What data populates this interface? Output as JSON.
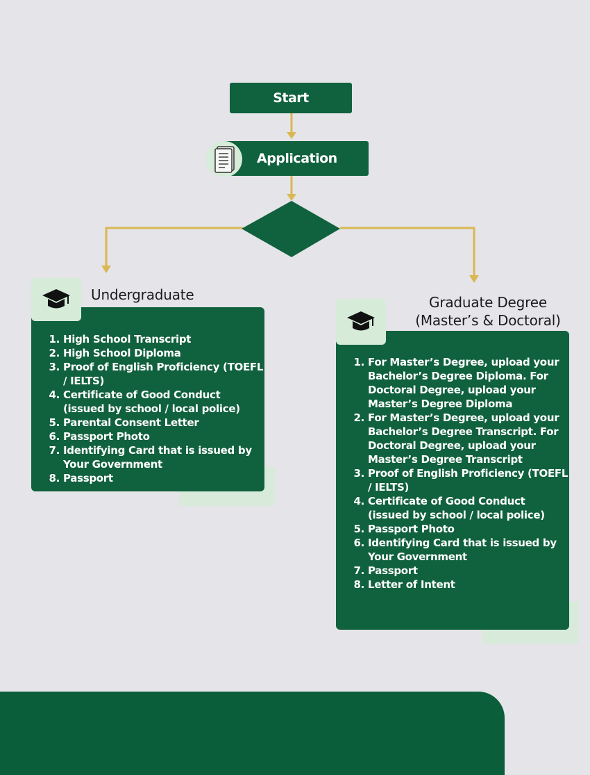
{
  "flow": {
    "start_label": "Start",
    "application_label": "Application",
    "application_icon": "document-icon"
  },
  "undergraduate": {
    "title": "Undergraduate",
    "icon": "graduation-cap-icon",
    "items": [
      "High School Transcript",
      "High School Diploma",
      "Proof of English Proficiency (TOEFL / IELTS)",
      "Certificate of Good Conduct (issued by school / local police)",
      "Parental Consent Letter",
      "Passport Photo",
      "Identifying Card that is issued by Your Government",
      "Passport"
    ]
  },
  "graduate": {
    "title_line1": "Graduate Degree",
    "title_line2": "(Master’s & Doctoral)",
    "icon": "graduation-cap-icon",
    "items": [
      "For Master’s Degree, upload your Bachelor’s Degree Diploma. For Doctoral Degree, upload your Master’s Degree Diploma",
      "For Master’s Degree, upload your Bachelor’s Degree Transcript. For Doctoral Degree, upload your Master’s Degree Transcript",
      "Proof of English Proficiency (TOEFL / IELTS)",
      "Certificate of Good Conduct (issued by school / local police)",
      "Passport Photo",
      "Identifying Card that is issued by Your Government",
      "Passport",
      "Letter of Intent"
    ]
  },
  "colors": {
    "background": "#e5e4e9",
    "green": "#10613d",
    "light_green": "#d6ecd8",
    "arrow": "#d9b851"
  }
}
